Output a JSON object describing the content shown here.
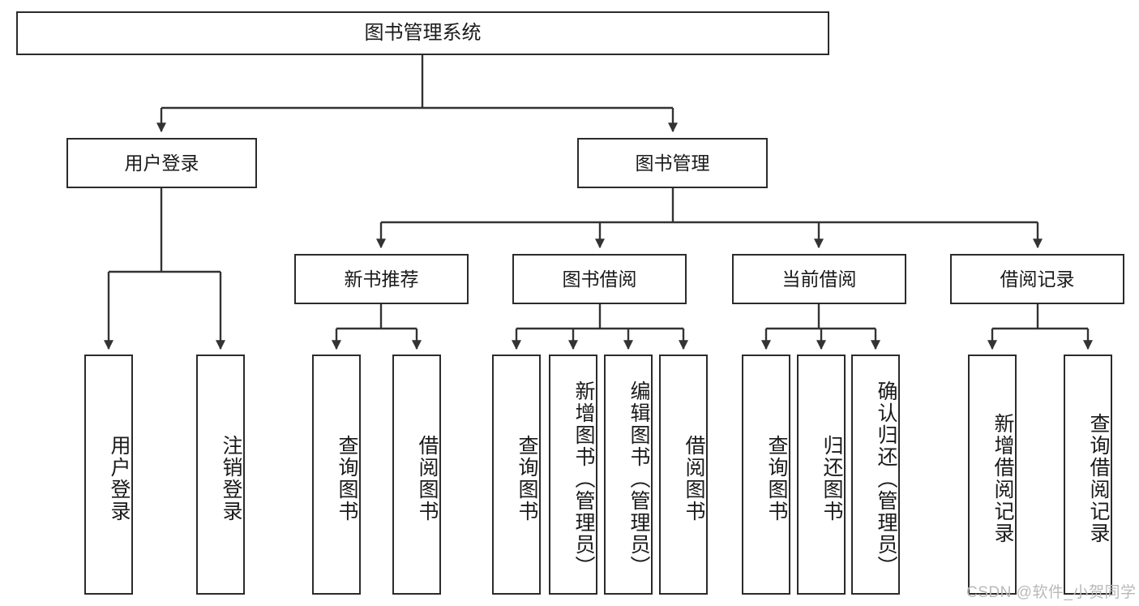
{
  "diagram": {
    "type": "tree-hierarchy",
    "title": "图书管理系统",
    "root": {
      "id": "root",
      "label": "图书管理系统",
      "orientation": "horizontal"
    },
    "level2": [
      {
        "id": "user-login",
        "label": "用户登录",
        "orientation": "horizontal"
      },
      {
        "id": "book-management",
        "label": "图书管理",
        "orientation": "horizontal"
      }
    ],
    "level3": [
      {
        "id": "new-book-recommend",
        "label": "新书推荐",
        "orientation": "horizontal",
        "parent": "book-management"
      },
      {
        "id": "book-borrow",
        "label": "图书借阅",
        "orientation": "horizontal",
        "parent": "book-management"
      },
      {
        "id": "current-borrow",
        "label": "当前借阅",
        "orientation": "horizontal",
        "parent": "book-management"
      },
      {
        "id": "borrow-record",
        "label": "借阅记录",
        "orientation": "horizontal",
        "parent": "book-management"
      }
    ],
    "leaves": [
      {
        "id": "leaf-user-login",
        "label": "用户登录",
        "orientation": "vertical",
        "parent": "user-login"
      },
      {
        "id": "leaf-user-logout",
        "label": "注销登录",
        "orientation": "vertical",
        "parent": "user-login"
      },
      {
        "id": "leaf-query-book-1",
        "label": "查询图书",
        "orientation": "vertical",
        "parent": "new-book-recommend"
      },
      {
        "id": "leaf-borrow-book-1",
        "label": "借阅图书",
        "orientation": "vertical",
        "parent": "new-book-recommend"
      },
      {
        "id": "leaf-query-book-2",
        "label": "查询图书",
        "orientation": "vertical",
        "parent": "book-borrow"
      },
      {
        "id": "leaf-add-book",
        "label": "新增图书（管理员）",
        "orientation": "vertical",
        "parent": "book-borrow"
      },
      {
        "id": "leaf-edit-book",
        "label": "编辑图书（管理员）",
        "orientation": "vertical",
        "parent": "book-borrow"
      },
      {
        "id": "leaf-borrow-book-2",
        "label": "借阅图书",
        "orientation": "vertical",
        "parent": "book-borrow"
      },
      {
        "id": "leaf-query-book-3",
        "label": "查询图书",
        "orientation": "vertical",
        "parent": "current-borrow"
      },
      {
        "id": "leaf-return-book",
        "label": "归还图书",
        "orientation": "vertical",
        "parent": "current-borrow"
      },
      {
        "id": "leaf-confirm-return",
        "label": "确认归还（管理员）",
        "orientation": "vertical",
        "parent": "current-borrow"
      },
      {
        "id": "leaf-add-record",
        "label": "新增借阅记录",
        "orientation": "vertical",
        "parent": "borrow-record"
      },
      {
        "id": "leaf-query-record",
        "label": "查询借阅记录",
        "orientation": "vertical",
        "parent": "borrow-record"
      }
    ],
    "colors": {
      "box_border": "#2b2b2b",
      "box_fill": "#ffffff",
      "connector": "#333333",
      "text": "#1a1a1a",
      "watermark": "#b9b9b9",
      "background": "#ffffff"
    }
  },
  "watermark": {
    "text": "CSDN @软件_小贺同学"
  }
}
